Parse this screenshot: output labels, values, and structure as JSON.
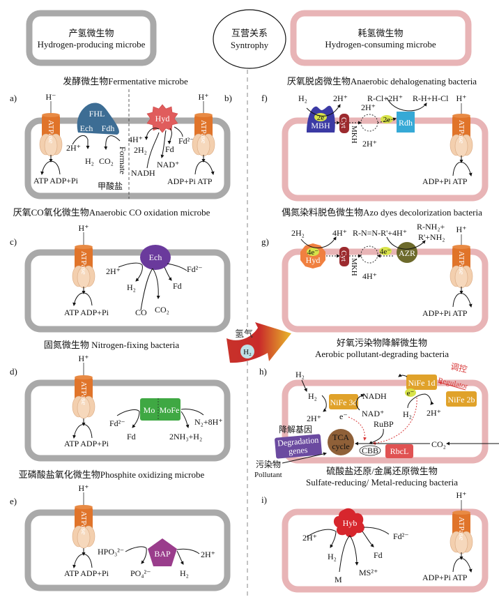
{
  "header": {
    "left_box": {
      "zh": "产氢微生物",
      "en": "Hydrogen-producing microbe"
    },
    "center": {
      "zh": "互营关系",
      "en": "Syntrophy"
    },
    "right_box": {
      "zh": "耗氢微生物",
      "en": "Hydrogen-consuming microbe"
    }
  },
  "colors": {
    "producer_membrane": "#a9a9a9",
    "consumer_membrane": "#e8b4b6",
    "atpase_stalk": "#e0742a",
    "atpase_head": "#f3cfae",
    "fhl": "#3d6d94",
    "hyd": "#e05c5c",
    "ech": "#6a3a9c",
    "nitrogenase": "#3fa843",
    "bap": "#9a3d8c",
    "mbh": "#3b3aa4",
    "cyt": "#9c2a2e",
    "rdh": "#36a9d6",
    "azr": "#6d6a2b",
    "nife": "#e0a22a",
    "tca": "#8f6038",
    "rbcl": "#e05252",
    "degradation": "#6b4aa0",
    "hyb": "#d7262d",
    "electron": "#d8e34a",
    "h2_circle": "#bfe0e6",
    "regulator": "#d83a3a"
  },
  "panels": {
    "a": {
      "label": "a)",
      "title": "发酵微生物Fermentative microbe",
      "h_top": "H⁻",
      "enzyme_top": "FHL",
      "enzyme_l": "Ech",
      "enzyme_r": "Fdh",
      "atpase": "ATPase",
      "items": [
        "2H⁺",
        "H₂",
        "CO₂"
      ],
      "formate_en": "Formate",
      "formate_zh": "甲酸盐",
      "atp": "ATP ADP+Pi"
    },
    "b": {
      "label": "b)",
      "enzyme": "Hyd",
      "h_top": "H⁺",
      "items": [
        "4H⁺",
        "2H₂",
        "NADH",
        "NAD⁺",
        "Fd",
        "Fd²⁻"
      ],
      "atp": "ADP+Pi ATP",
      "atpase": "ATPase"
    },
    "c": {
      "label": "c)",
      "title": "厌氧CO氧化微生物Anaerobic CO oxidation microbe",
      "h_top": "H⁺",
      "atpase": "ATPase",
      "enzyme": "Ech",
      "items": [
        "2H⁺",
        "H₂",
        "CO",
        "CO₂",
        "Fd",
        "Fd²⁻"
      ],
      "atp": "ATP ADP+Pi"
    },
    "d": {
      "label": "d)",
      "title": "固氮微生物 Nitrogen-fixing bacteria",
      "h_top": "H⁺",
      "atpase": "ATPase",
      "enzyme_l": "Mo",
      "enzyme_r": "MoFe",
      "items": [
        "Fd²⁻",
        "Fd",
        "N₂+8H⁺",
        "2NH₃+H₂"
      ],
      "atp": "ATP ADP+Pi"
    },
    "e": {
      "label": "e)",
      "title": "亚磷酸盐氧化微生物Phosphite oxidizing microbe",
      "h_top": "H⁺",
      "atpase": "ATPase",
      "enzyme": "BAP",
      "items": [
        "HPO₃²⁻",
        "PO₄²⁻",
        "H₂",
        "2H⁺"
      ],
      "atp": "ATP ADP+Pi"
    },
    "f": {
      "label": "f)",
      "title": "厌氧脱卤微生物Anaerobic dehalogenating bacteria",
      "items": [
        "H₂",
        "2H⁺",
        "R-Cl+2H⁺",
        "R-H+H-Cl",
        "2H⁺",
        "2H⁺"
      ],
      "mbh": "MBH",
      "electron": "2e",
      "cyt": "Cyt",
      "mkh": "MKH",
      "rdh": "Rdh",
      "h_top": "H⁺",
      "atpase": "ATPase",
      "atp": "ADP+Pi ATP"
    },
    "g": {
      "label": "g)",
      "title": "偶氮染料脱色微生物Azo dyes decolorization bacteria",
      "items": [
        "2H₂",
        "4H⁺",
        "R-N=N-R'+4H⁺",
        "R-NH₂+",
        "R'+NH₂",
        "4H⁺"
      ],
      "hyd": "Hyd",
      "electron": "4e⁻",
      "cyt": "Cyt",
      "mkh": "MKH",
      "azr": "AZR",
      "h_top": "H⁺",
      "atpase": "ATPase",
      "atp": "ADP+Pi ATP"
    },
    "h": {
      "label": "h)",
      "title_zh": "好氧污染物降解微生物",
      "title_en": "Aerobic pollutant-degrading bacteria",
      "items": [
        "H₂",
        "H₂",
        "2H⁺",
        "NADH",
        "NAD⁺",
        "RuBP",
        "e⁻",
        "H₂",
        "2H⁺",
        "CO₂"
      ],
      "nife3d": "NiFe 3d",
      "nife1d": "NiFe 1d",
      "nife2b": "NiFe 2b",
      "regulator_zh": "调控",
      "regulator_en": "Regulator",
      "electron": "e⁻",
      "tca": [
        "TCA",
        "cycle"
      ],
      "cbb": "CBB",
      "rbcl": "RbcL",
      "deg_zh": "降解基因",
      "deg": [
        "Degradation",
        "genes"
      ],
      "pollutant_zh": "污染物",
      "pollutant_en": "Pollutant"
    },
    "i": {
      "label": "i)",
      "title_zh": "硫酸盐还原/金属还原微生物",
      "title_en": "Sulfate-reducing/ Metal-reducing bacteria",
      "enzyme": "Hyb",
      "items": [
        "2H⁺",
        "H₂",
        "M",
        "MS²⁺",
        "Fd",
        "Fd²⁻"
      ],
      "h_top": "H⁺",
      "atpase": "ATPase",
      "atp": "ADP+Pi ATP"
    }
  },
  "arrow": {
    "zh": "氢气",
    "h2": "H₂"
  }
}
